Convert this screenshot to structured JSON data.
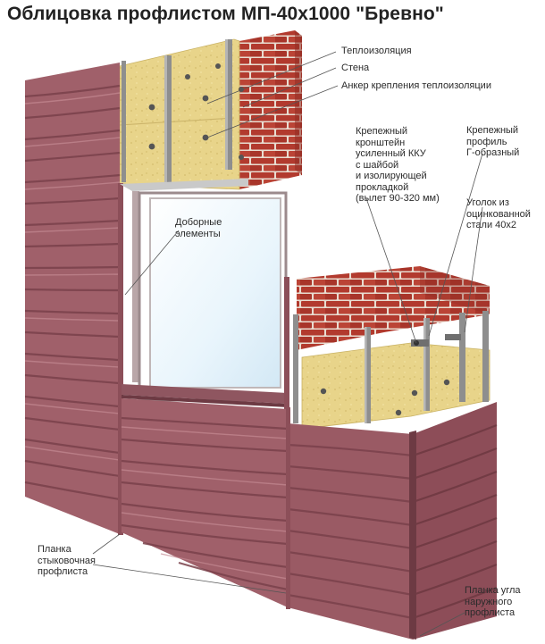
{
  "title": "Облицовка профлистом МП-40х1000 \"Бревно\"",
  "labels": {
    "insulation": "Теплоизоляция",
    "wall": "Стена",
    "anchor": "Анкер крепления теплоизоляции",
    "bracket": "Крепежный\nкронштейн\nусиленный ККУ\nс шайбой\nи изолирующей\nпрокладкой\n(вылет 90-320 мм)",
    "profile": "Крепежный\nпрофиль\nГ-образный",
    "angle": "Уголок из\nоцинкованной\nстали 40х2",
    "trim": "Доборные\nэлементы",
    "joint_strip": "Планка\nстыковочная\nпрофлиста",
    "corner_strip": "Планка угла\nнаружного\nпрофлиста"
  },
  "colors": {
    "profile_sheet": "#a0606a",
    "profile_dark": "#7a414b",
    "brick": "#b23a2e",
    "mortar": "#e8dcd0",
    "insulation": "#e8d48a",
    "metal": "#9a9a9a",
    "glass": "#e6f3fb"
  }
}
